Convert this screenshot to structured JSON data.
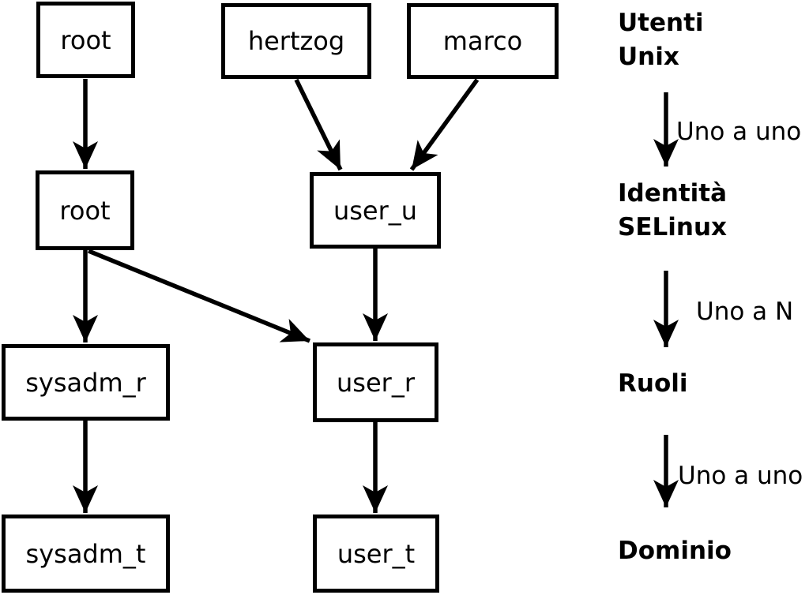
{
  "colors": {
    "ink": "#000000",
    "background": "#ffffff"
  },
  "nodes": {
    "unix_root": "root",
    "unix_hertzog": "hertzog",
    "unix_marco": "marco",
    "selinux_root": "root",
    "selinux_user_u": "user_u",
    "role_sysadm_r": "sysadm_r",
    "role_user_r": "user_r",
    "domain_sysadm_t": "sysadm_t",
    "domain_user_t": "user_t"
  },
  "edges": [
    {
      "from": "unix_root",
      "to": "selinux_root"
    },
    {
      "from": "unix_hertzog",
      "to": "selinux_user_u"
    },
    {
      "from": "unix_marco",
      "to": "selinux_user_u"
    },
    {
      "from": "selinux_root",
      "to": "role_sysadm_r"
    },
    {
      "from": "selinux_root",
      "to": "role_user_r"
    },
    {
      "from": "selinux_user_u",
      "to": "role_user_r"
    },
    {
      "from": "role_sysadm_r",
      "to": "domain_sysadm_t"
    },
    {
      "from": "role_user_r",
      "to": "domain_user_t"
    }
  ],
  "legend": {
    "level_unix_users": "Utenti\nUnix",
    "relation_unix_to_identity": "Uno a uno",
    "level_selinux_identity": "Identità\nSELinux",
    "relation_identity_to_roles": "Uno a N",
    "level_roles": "Ruoli",
    "relation_roles_to_domain": "Uno a uno",
    "level_domain": "Dominio"
  }
}
